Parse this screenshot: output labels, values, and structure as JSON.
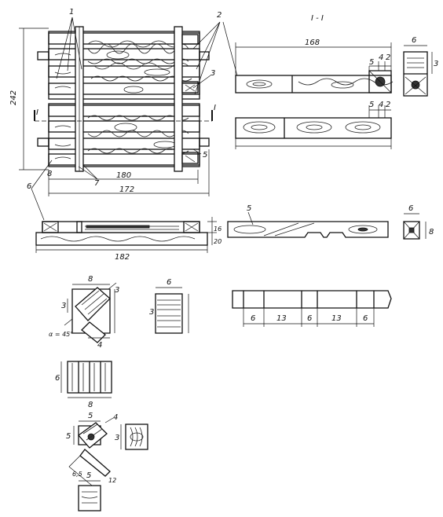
{
  "callouts": {
    "c1": "1",
    "c2": "2",
    "c3a": "3",
    "c3b": "3",
    "c4": "4",
    "c5a": "5",
    "c5b": "5",
    "c6": "6",
    "c7": "7",
    "c8": "8",
    "section_mark_left": "I",
    "section_mark_right": "I",
    "section_title": "I - I"
  },
  "dimensions": {
    "height_242": "242",
    "width_180": "180",
    "width_172": "172",
    "length_168": "168",
    "length_182": "182",
    "d5a": "5",
    "d4a": "4",
    "d2a": "2",
    "d5b": "5",
    "d4b": "4",
    "d2b": "2",
    "d6_end_top": "6",
    "d3_end": "3",
    "d6_end_mid": "6",
    "d8_end_mid": "8",
    "d16": "16",
    "d20": "20",
    "seg1": "6",
    "seg2": "13",
    "seg3": "6",
    "seg4": "13",
    "seg5": "6",
    "d8_block": "8",
    "d3_block": "3",
    "d4_block": "4",
    "angle": "α = 45°",
    "d6_side": "6",
    "d3_side": "3",
    "d6_plank": "6",
    "d8_plank": "8",
    "d5_corner": "5",
    "d5_corner_side": "5",
    "d65": "6,5",
    "d12": "12",
    "d3_corner_side": "3",
    "d5_bottom": "5"
  }
}
